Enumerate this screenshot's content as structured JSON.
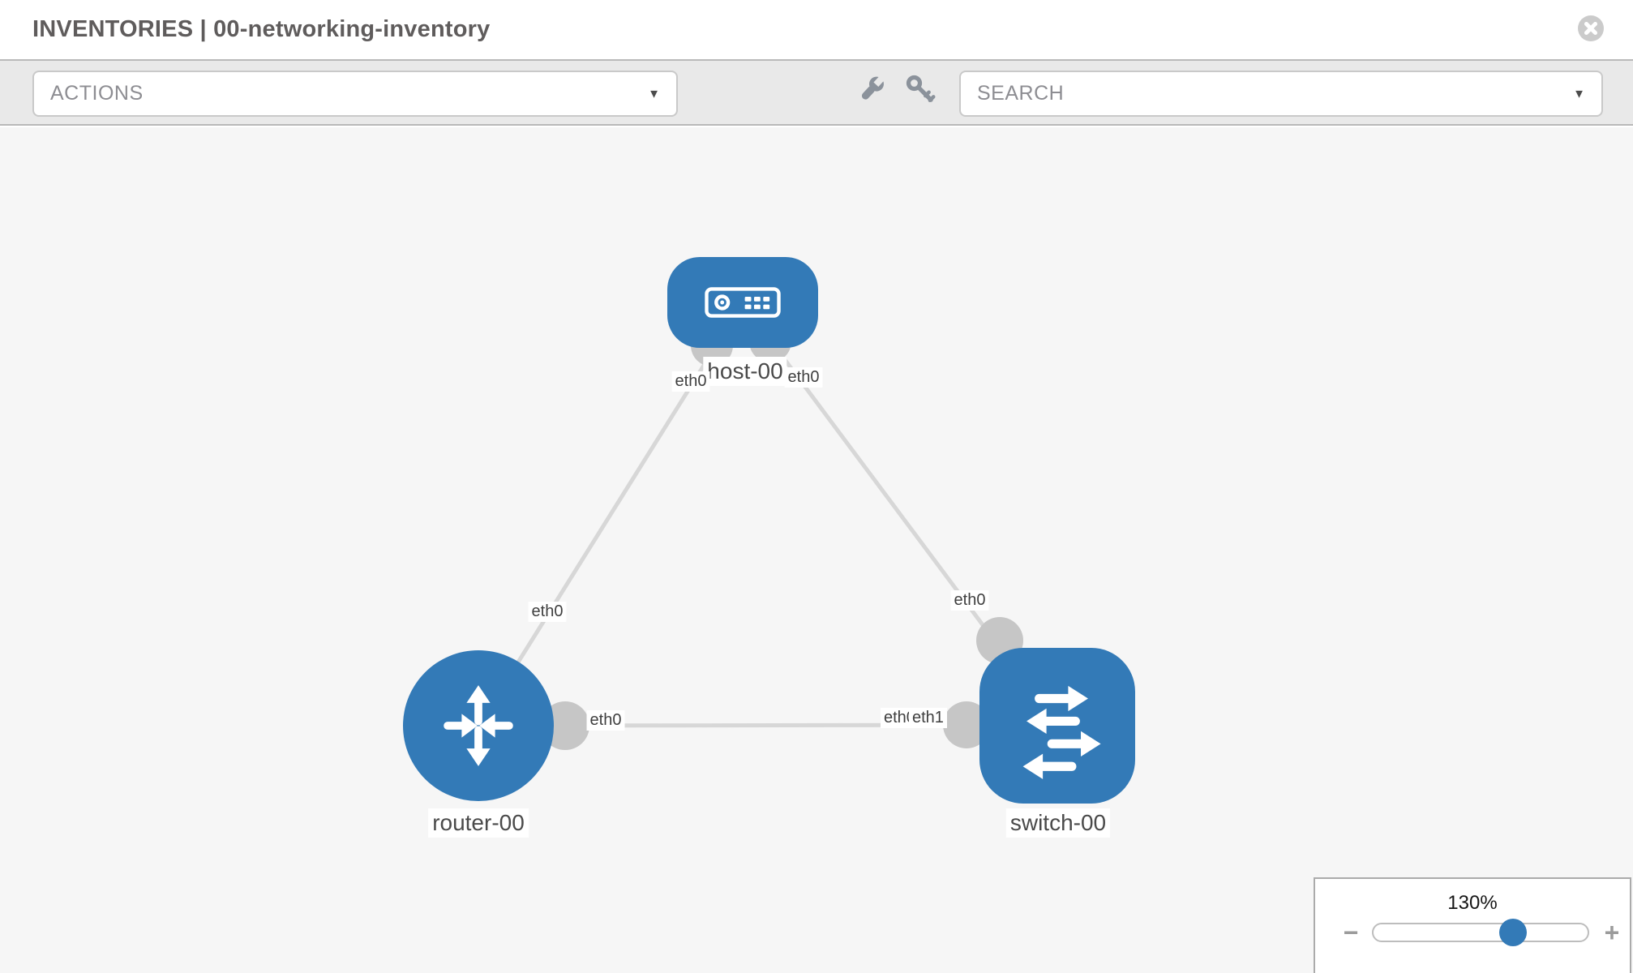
{
  "window": {
    "title": "INVENTORIES | 00-networking-inventory"
  },
  "toolbar": {
    "actions_label": "ACTIONS",
    "search_label": "SEARCH"
  },
  "icons": {
    "caret_down": "▼",
    "zoom_out": "−",
    "zoom_in": "+",
    "close": "close-icon",
    "wrench": "wrench-icon",
    "key": "key-icon"
  },
  "topology": {
    "nodes": [
      {
        "label": "host-00",
        "type": "host"
      },
      {
        "label": "router-00",
        "type": "router"
      },
      {
        "label": "switch-00",
        "type": "switch"
      }
    ],
    "links": [
      {
        "from": "host-00",
        "to": "router-00",
        "from_if": "eth0",
        "to_if": "eth0"
      },
      {
        "from": "host-00",
        "to": "switch-00",
        "from_if": "eth0",
        "to_if": "eth0"
      },
      {
        "from": "router-00",
        "to": "switch-00",
        "from_if": "eth0",
        "to_if": "eth1"
      }
    ],
    "interface_labels": {
      "host_left": "eth0",
      "host_right": "eth0",
      "router_top": "eth0",
      "switch_top": "eth0",
      "router_right": "eth0",
      "switch_left_under": "eth0",
      "switch_left_over": "eth1"
    }
  },
  "zoom_control": {
    "level": "130%"
  },
  "colors": {
    "node_blue": "#337ab7",
    "link_gray": "#d7d7d7",
    "dot_gray": "#c6c6c6",
    "canvas_bg": "#f6f6f6",
    "toolbar_bg": "#e9e9e9"
  }
}
